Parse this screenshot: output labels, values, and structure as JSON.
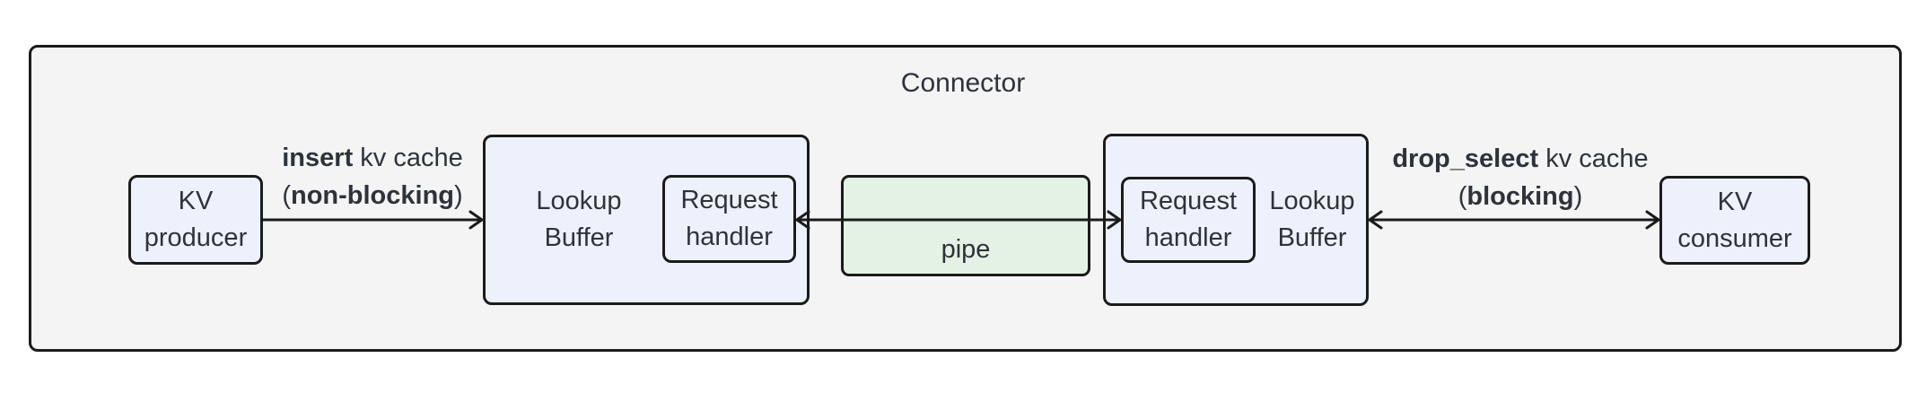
{
  "diagram": {
    "title": "Connector",
    "nodes": {
      "kv_producer": {
        "line1": "KV",
        "line2": "producer"
      },
      "lookup_buffer_left": {
        "line1": "Lookup",
        "line2": "Buffer"
      },
      "request_handler_left": {
        "line1": "Request",
        "line2": "handler"
      },
      "pipe": {
        "label": "pipe"
      },
      "request_handler_right": {
        "line1": "Request",
        "line2": "handler"
      },
      "lookup_buffer_right": {
        "line1": "Lookup",
        "line2": "Buffer"
      },
      "kv_consumer": {
        "line1": "KV",
        "line2": "consumer"
      }
    },
    "edges": {
      "insert": {
        "bold1": "insert",
        "rest1": " kv cache",
        "open_paren": "(",
        "bold2": "non-blocking",
        "close_paren": ")"
      },
      "drop_select": {
        "bold1": "drop_select",
        "rest1": " kv cache",
        "open_paren": "(",
        "bold2": "blocking",
        "close_paren": ")"
      }
    },
    "colors": {
      "container_fill": "#f4f4f5",
      "node_fill": "#edf1fb",
      "pipe_fill": "#e3f2e4",
      "border": "#1b1b1b",
      "text": "#2e333b"
    }
  }
}
